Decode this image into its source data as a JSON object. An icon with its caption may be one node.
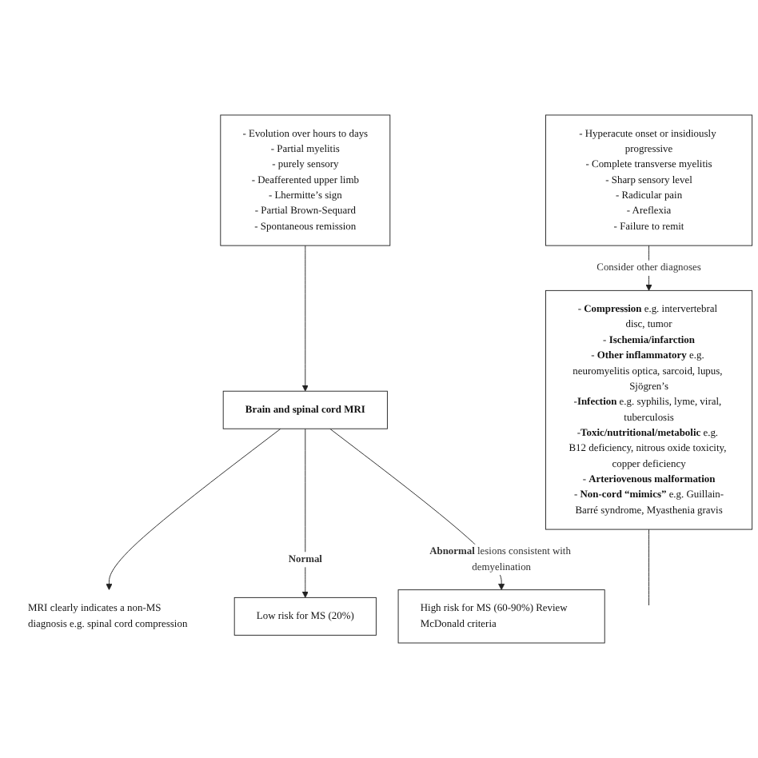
{
  "diagram": {
    "nodes": [
      {
        "text": [
          "- Evolution over hours to days",
          "- Partial myelitis",
          "- purely sensory",
          "- Deafferented upper limb",
          "- Lhermitte’s sign",
          "- Partial Brown-Sequard",
          "- Spontaneous remission"
        ]
      },
      {
        "text": [
          "- Hyperacute onset or insidiously progressive",
          "- Complete transverse myelitis",
          "- Sharp sensory level",
          "- Radicular pain",
          "- Areflexia",
          "- Failure to remit"
        ]
      },
      {
        "text": [
          "Brain and spinal cord MRI"
        ]
      },
      {
        "text": [
          "MRI clearly indicates a non-MS diagnosis e.g. spinal cord compression"
        ]
      },
      {
        "text": [
          "Low risk for MS (20%)"
        ]
      },
      {
        "text": [
          "High risk for MS (60-90%) Review McDonald criteria"
        ]
      },
      {
        "text": [
          "- **Compression** e.g. intervertebral disc, tumor",
          "- **Ischemia/infarction**",
          "- **Other inflammatory** e.g. neuromyelitis optica, sarcoid, lupus, Sjögren’s",
          "-**Infection** e.g. syphilis, lyme, viral, tuberculosis",
          "-**Toxic/nutritional/metabolic** e.g. B12 deficiency, nitrous oxide toxicity, copper deficiency",
          "- **Arteriovenous malformation**",
          "- **Non-cord “mimics”** e.g. Guillain-Barré syndrome, Myasthenia gravis"
        ]
      }
    ],
    "edges": [
      {
        "from": 0,
        "to": 2,
        "arrow": "to"
      },
      {
        "from": 1,
        "to": 6,
        "arrow": "to",
        "label": "Consider other diagnoses"
      },
      {
        "from": 2,
        "to": 3,
        "arrow": "to"
      },
      {
        "from": 2,
        "to": 4,
        "arrow": "to",
        "label": "**Normal**"
      },
      {
        "from": 2,
        "to": 5,
        "arrow": "to",
        "label": "**Abnormal** lesions consistent with demyelination"
      },
      {
        "from": 6,
        "to": null,
        "arrow": "none"
      }
    ]
  }
}
